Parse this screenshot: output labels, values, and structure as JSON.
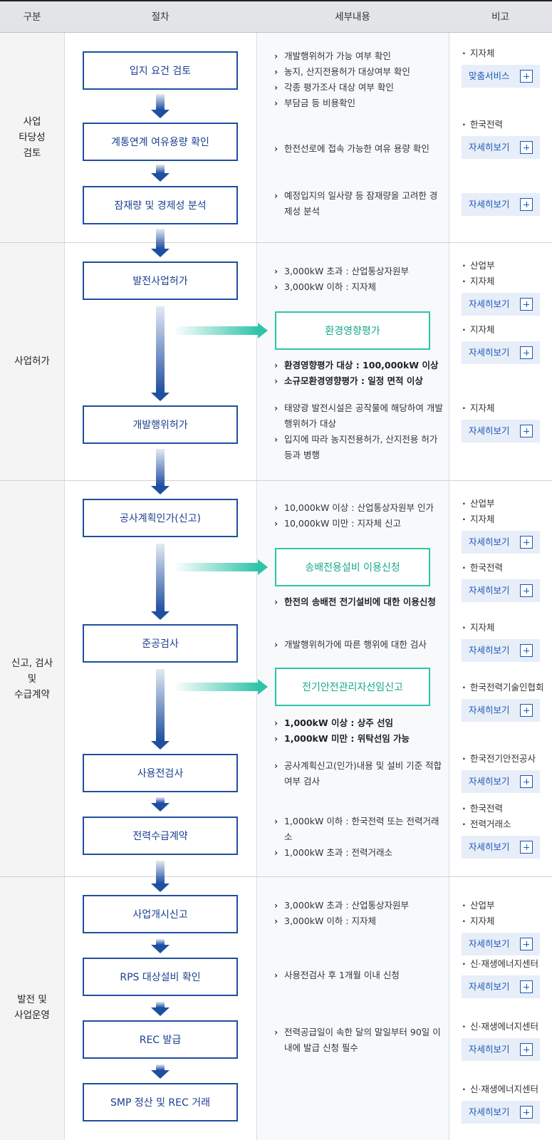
{
  "header": {
    "col_category": "구분",
    "col_procedure": "절차",
    "col_detail": "세부내용",
    "col_note": "비고"
  },
  "categories": [
    "사업\n타당성\n검토",
    "사업허가",
    "신고, 검사\n및\n수급계약",
    "발전 및\n사업운영"
  ],
  "steps": [
    "입지 요건 검토",
    "계통연계 여유용량 확인",
    "잠재량 및 경제성 분석",
    "발전사업허가",
    "개발행위허가",
    "공사계획인가(신고)",
    "준공검사",
    "사용전검사",
    "전력수급계약",
    "사업개시신고",
    "RPS 대상설비 확인",
    "REC 발급",
    "SMP 정산 및 REC 거래"
  ],
  "side_steps": [
    "환경영향평가",
    "송배전용설비 이용신청",
    "전기안전관리자선임신고"
  ],
  "details": [
    [
      "개발행위허가 가능 여부 확인",
      "농지, 산지전용허가 대상여부 확인",
      "각종 평가조사 대상 여부 확인",
      "부담금 등 비용확인"
    ],
    [
      "한전선로에 접속 가능한 여유 용량 확인"
    ],
    [
      "예정입지의 일사량 등 잠재량을 고려한 경제성 분석"
    ],
    [
      "3,000kW 초과 : 산업통상자원부",
      "3,000kW 이하 : 지자체"
    ],
    [
      "환경영향평가 대상 : 100,000kW 이상",
      "소규모환경영향평가 : 일정 면적 이상"
    ],
    [
      "태양광 발전시설은 공작물에 해당하여 개발행위허가 대상",
      "입지에 따라 농지전용허가, 산지전용 허가 등과 병행"
    ],
    [
      "10,000kW 이상 : 산업통상자원부 인가",
      "10,000kW 미만 : 지자체 신고"
    ],
    [
      "한전의 송배전 전기설비에 대한 이용신청"
    ],
    [
      "개발행위허가에 따른 행위에 대한 검사"
    ],
    [
      "1,000kW 이상 : 상주 선임",
      "1,000kW 미만 : 위탁선임 가능"
    ],
    [
      "공사계획신고(인가)내용 및 설비 기준 적합여부 검사"
    ],
    [
      "1,000kW 이하 : 한국전력 또는 전력거래소",
      "1,000kW 초과 : 전력거래소"
    ],
    [
      "3,000kW 초과 : 산업통상자원부",
      "3,000kW 이하 : 지자체"
    ],
    [
      "사용전검사 후 1개월 이내 신청"
    ],
    [
      "전력공급일이 속한 달의 말일부터 90일 이내에 발급 신청 필수"
    ]
  ],
  "notes": [
    {
      "orgs": [
        "지자체"
      ],
      "button": "맞춤서비스"
    },
    {
      "orgs": [
        "한국전력"
      ],
      "button": "자세히보기"
    },
    {
      "orgs": [],
      "button": "자세히보기"
    },
    {
      "orgs": [
        "산업부",
        "지자체"
      ],
      "button": "자세히보기"
    },
    {
      "orgs": [
        "지자체"
      ],
      "button": "자세히보기"
    },
    {
      "orgs": [
        "지자체"
      ],
      "button": "자세히보기"
    },
    {
      "orgs": [
        "산업부",
        "지자체"
      ],
      "button": "자세히보기"
    },
    {
      "orgs": [
        "한국전력"
      ],
      "button": "자세히보기"
    },
    {
      "orgs": [
        "지자체"
      ],
      "button": "자세히보기"
    },
    {
      "orgs": [
        "한국전력기술인협회"
      ],
      "button": "자세히보기"
    },
    {
      "orgs": [
        "한국전기안전공사"
      ],
      "button": "자세히보기"
    },
    {
      "orgs": [
        "한국전력",
        "전력거래소"
      ],
      "button": "자세히보기"
    },
    {
      "orgs": [
        "산업부",
        "지자체"
      ],
      "button": "자세히보기"
    },
    {
      "orgs": [
        "신·재생에너지센터"
      ],
      "button": "자세히보기"
    },
    {
      "orgs": [
        "신·재생에너지센터"
      ],
      "button": "자세히보기"
    },
    {
      "orgs": [
        "신·재생에너지센터"
      ],
      "button": "자세히보기"
    }
  ],
  "colors": {
    "step_border": "#1f4fa1",
    "side_border": "#2fc4a8",
    "arrow_blue": "#1f4fa1",
    "arrow_green": "#2fc4a8",
    "button_bg": "#e7eef8"
  }
}
